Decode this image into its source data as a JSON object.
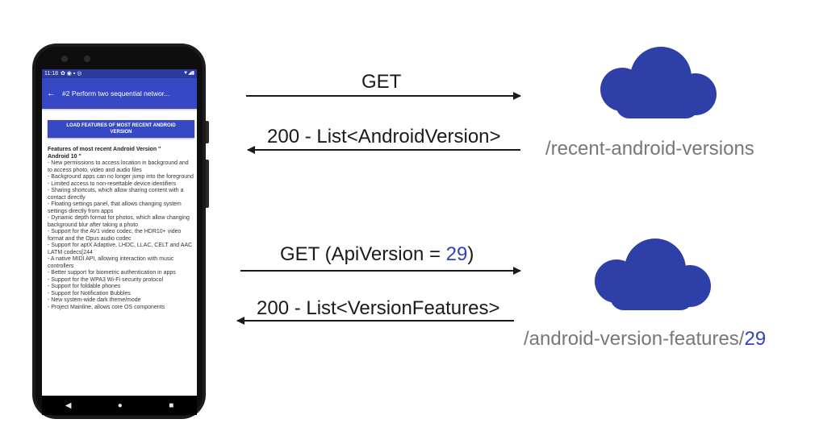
{
  "phone": {
    "status_time": "11:18",
    "app_title": "#2 Perform two sequential networ...",
    "load_button": "LOAD FEATURES OF MOST RECENT ANDROID VERSION",
    "heading_line1": "Features of most recent Android Version \"",
    "heading_line2": "Android 10 \"",
    "features": [
      "- New permissions to access location in background and to access photo, video and audio files",
      "- Background apps can no longer jump into the foreground",
      "- Limited access to non-resettable device identifiers",
      "- Sharing shortcuts, which allow sharing content with a contact directly",
      "- Floating settings panel, that allows changing system settings directly from apps",
      "- Dynamic depth format for photos, which allow changing background blur after taking a photo",
      "- Support for the AV1 video codec, the HDR10+ video format and the Opus audio codec",
      "- Support for aptX Adaptive, LHDC, LLAC, CELT and AAC LATM codecs[244",
      "- A native MIDI API, allowing interaction with music controllers",
      "- Better support for biometric authentication in apps",
      "- Support for the WPA3 Wi-Fi security protocol",
      "- Support for foldable phones",
      "- Support for Notification Bubbles",
      "- New system-wide dark theme/mode",
      "- Project Mainline, allows core OS components"
    ]
  },
  "requests": {
    "get1": "GET",
    "resp1": "200 - List<AndroidVersion>",
    "get2_prefix": "GET (ApiVersion = ",
    "get2_value": "29",
    "get2_suffix": ")",
    "resp2": "200 - List<VersionFeatures>"
  },
  "endpoints": {
    "endpoint1": "/recent-android-versions",
    "endpoint2_prefix": "/android-version-features/",
    "endpoint2_value": "29"
  },
  "colors": {
    "cloud": "#2f3fa8",
    "accent_number": "#2f43b8",
    "appbar": "#3748c4"
  },
  "icons": [
    "back-arrow-icon",
    "cloud-icon",
    "nav-back-icon",
    "nav-home-icon",
    "nav-recents-icon"
  ]
}
